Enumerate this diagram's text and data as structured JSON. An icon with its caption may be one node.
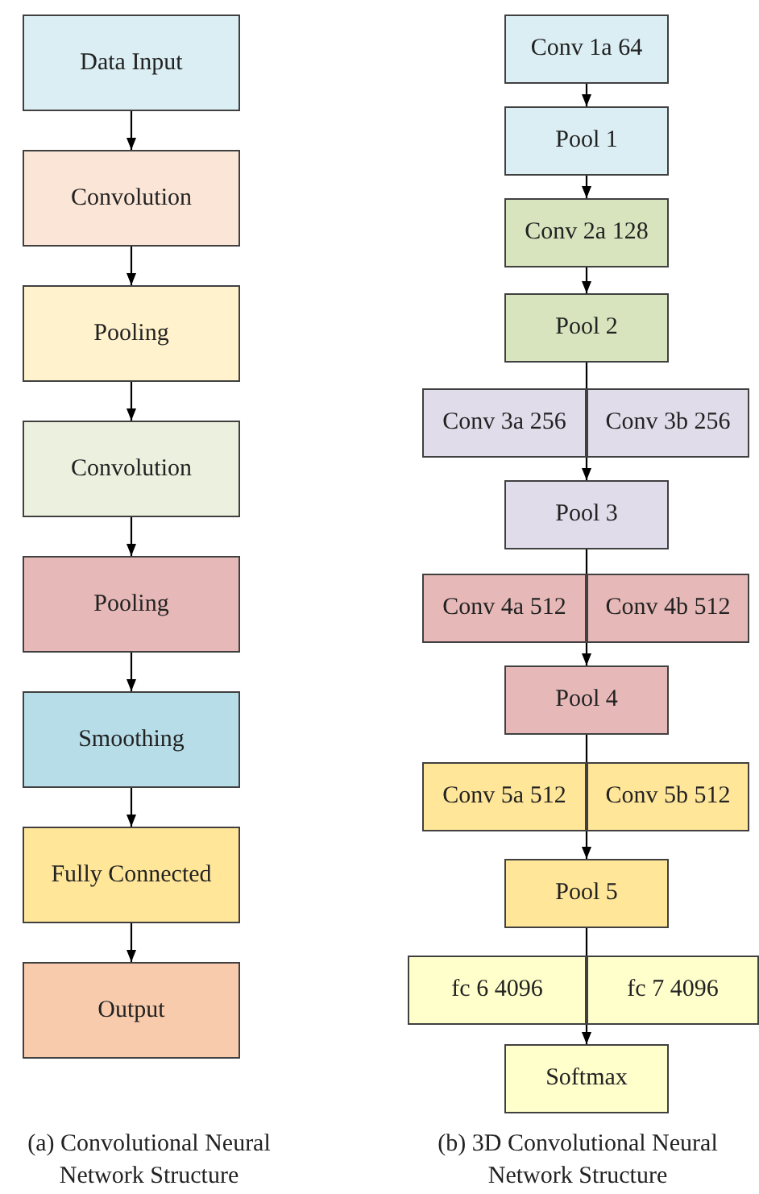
{
  "diagram": {
    "nodes": [
      {
        "text": [
          "Data Input"
        ]
      },
      {
        "text": [
          "Convolution"
        ]
      },
      {
        "text": [
          "Pooling"
        ]
      },
      {
        "text": [
          "Convolution"
        ]
      },
      {
        "text": [
          "Pooling"
        ]
      },
      {
        "text": [
          "Smoothing"
        ]
      },
      {
        "text": [
          "Fully Connected"
        ]
      },
      {
        "text": [
          "Output"
        ]
      },
      {
        "text": [
          "Conv 1a 64"
        ]
      },
      {
        "text": [
          "Pool 1"
        ]
      },
      {
        "text": [
          "Conv 2a 128"
        ]
      },
      {
        "text": [
          "Pool 2"
        ]
      },
      {
        "text": [
          "Conv 3a 256"
        ]
      },
      {
        "text": [
          "Conv 3b 256"
        ]
      },
      {
        "text": [
          "Pool 3"
        ]
      },
      {
        "text": [
          "Conv 4a 512"
        ]
      },
      {
        "text": [
          "Conv 4b 512"
        ]
      },
      {
        "text": [
          "Pool 4"
        ]
      },
      {
        "text": [
          "Conv 5a 512"
        ]
      },
      {
        "text": [
          "Conv 5b 512"
        ]
      },
      {
        "text": [
          "Pool 5"
        ]
      },
      {
        "text": [
          "fc 6 4096"
        ]
      },
      {
        "text": [
          "fc 7 4096"
        ]
      },
      {
        "text": [
          "Softmax"
        ]
      }
    ],
    "edges": [
      {
        "from": 0,
        "to": 1,
        "arrow": "to"
      },
      {
        "from": 1,
        "to": 2,
        "arrow": "to"
      },
      {
        "from": 2,
        "to": 3,
        "arrow": "to"
      },
      {
        "from": 3,
        "to": 4,
        "arrow": "to"
      },
      {
        "from": 4,
        "to": 5,
        "arrow": "to"
      },
      {
        "from": 5,
        "to": 6,
        "arrow": "to"
      },
      {
        "from": 6,
        "to": 7,
        "arrow": "to"
      },
      {
        "from": 8,
        "to": 9,
        "arrow": "to"
      },
      {
        "from": 9,
        "to": 10,
        "arrow": "to"
      },
      {
        "from": 10,
        "to": 11,
        "arrow": "to"
      },
      {
        "from": 11,
        "to": 12,
        "arrow": "none"
      },
      {
        "from": 11,
        "to": 13,
        "arrow": "none"
      },
      {
        "from": 12,
        "to": 14,
        "arrow": "to"
      },
      {
        "from": 13,
        "to": 14,
        "arrow": "to"
      },
      {
        "from": 14,
        "to": 15,
        "arrow": "none"
      },
      {
        "from": 14,
        "to": 16,
        "arrow": "none"
      },
      {
        "from": 15,
        "to": 17,
        "arrow": "to"
      },
      {
        "from": 16,
        "to": 17,
        "arrow": "to"
      },
      {
        "from": 17,
        "to": 18,
        "arrow": "none"
      },
      {
        "from": 17,
        "to": 19,
        "arrow": "none"
      },
      {
        "from": 18,
        "to": 20,
        "arrow": "to"
      },
      {
        "from": 19,
        "to": 20,
        "arrow": "to"
      },
      {
        "from": 20,
        "to": 21,
        "arrow": "none"
      },
      {
        "from": 20,
        "to": 22,
        "arrow": "none"
      },
      {
        "from": 21,
        "to": 23,
        "arrow": "to"
      },
      {
        "from": 22,
        "to": 23,
        "arrow": "to"
      }
    ],
    "labels": [
      "(a) Convolutional Neural Network Structure",
      "(b) 3D Convolutional Neural Network Structure"
    ]
  }
}
